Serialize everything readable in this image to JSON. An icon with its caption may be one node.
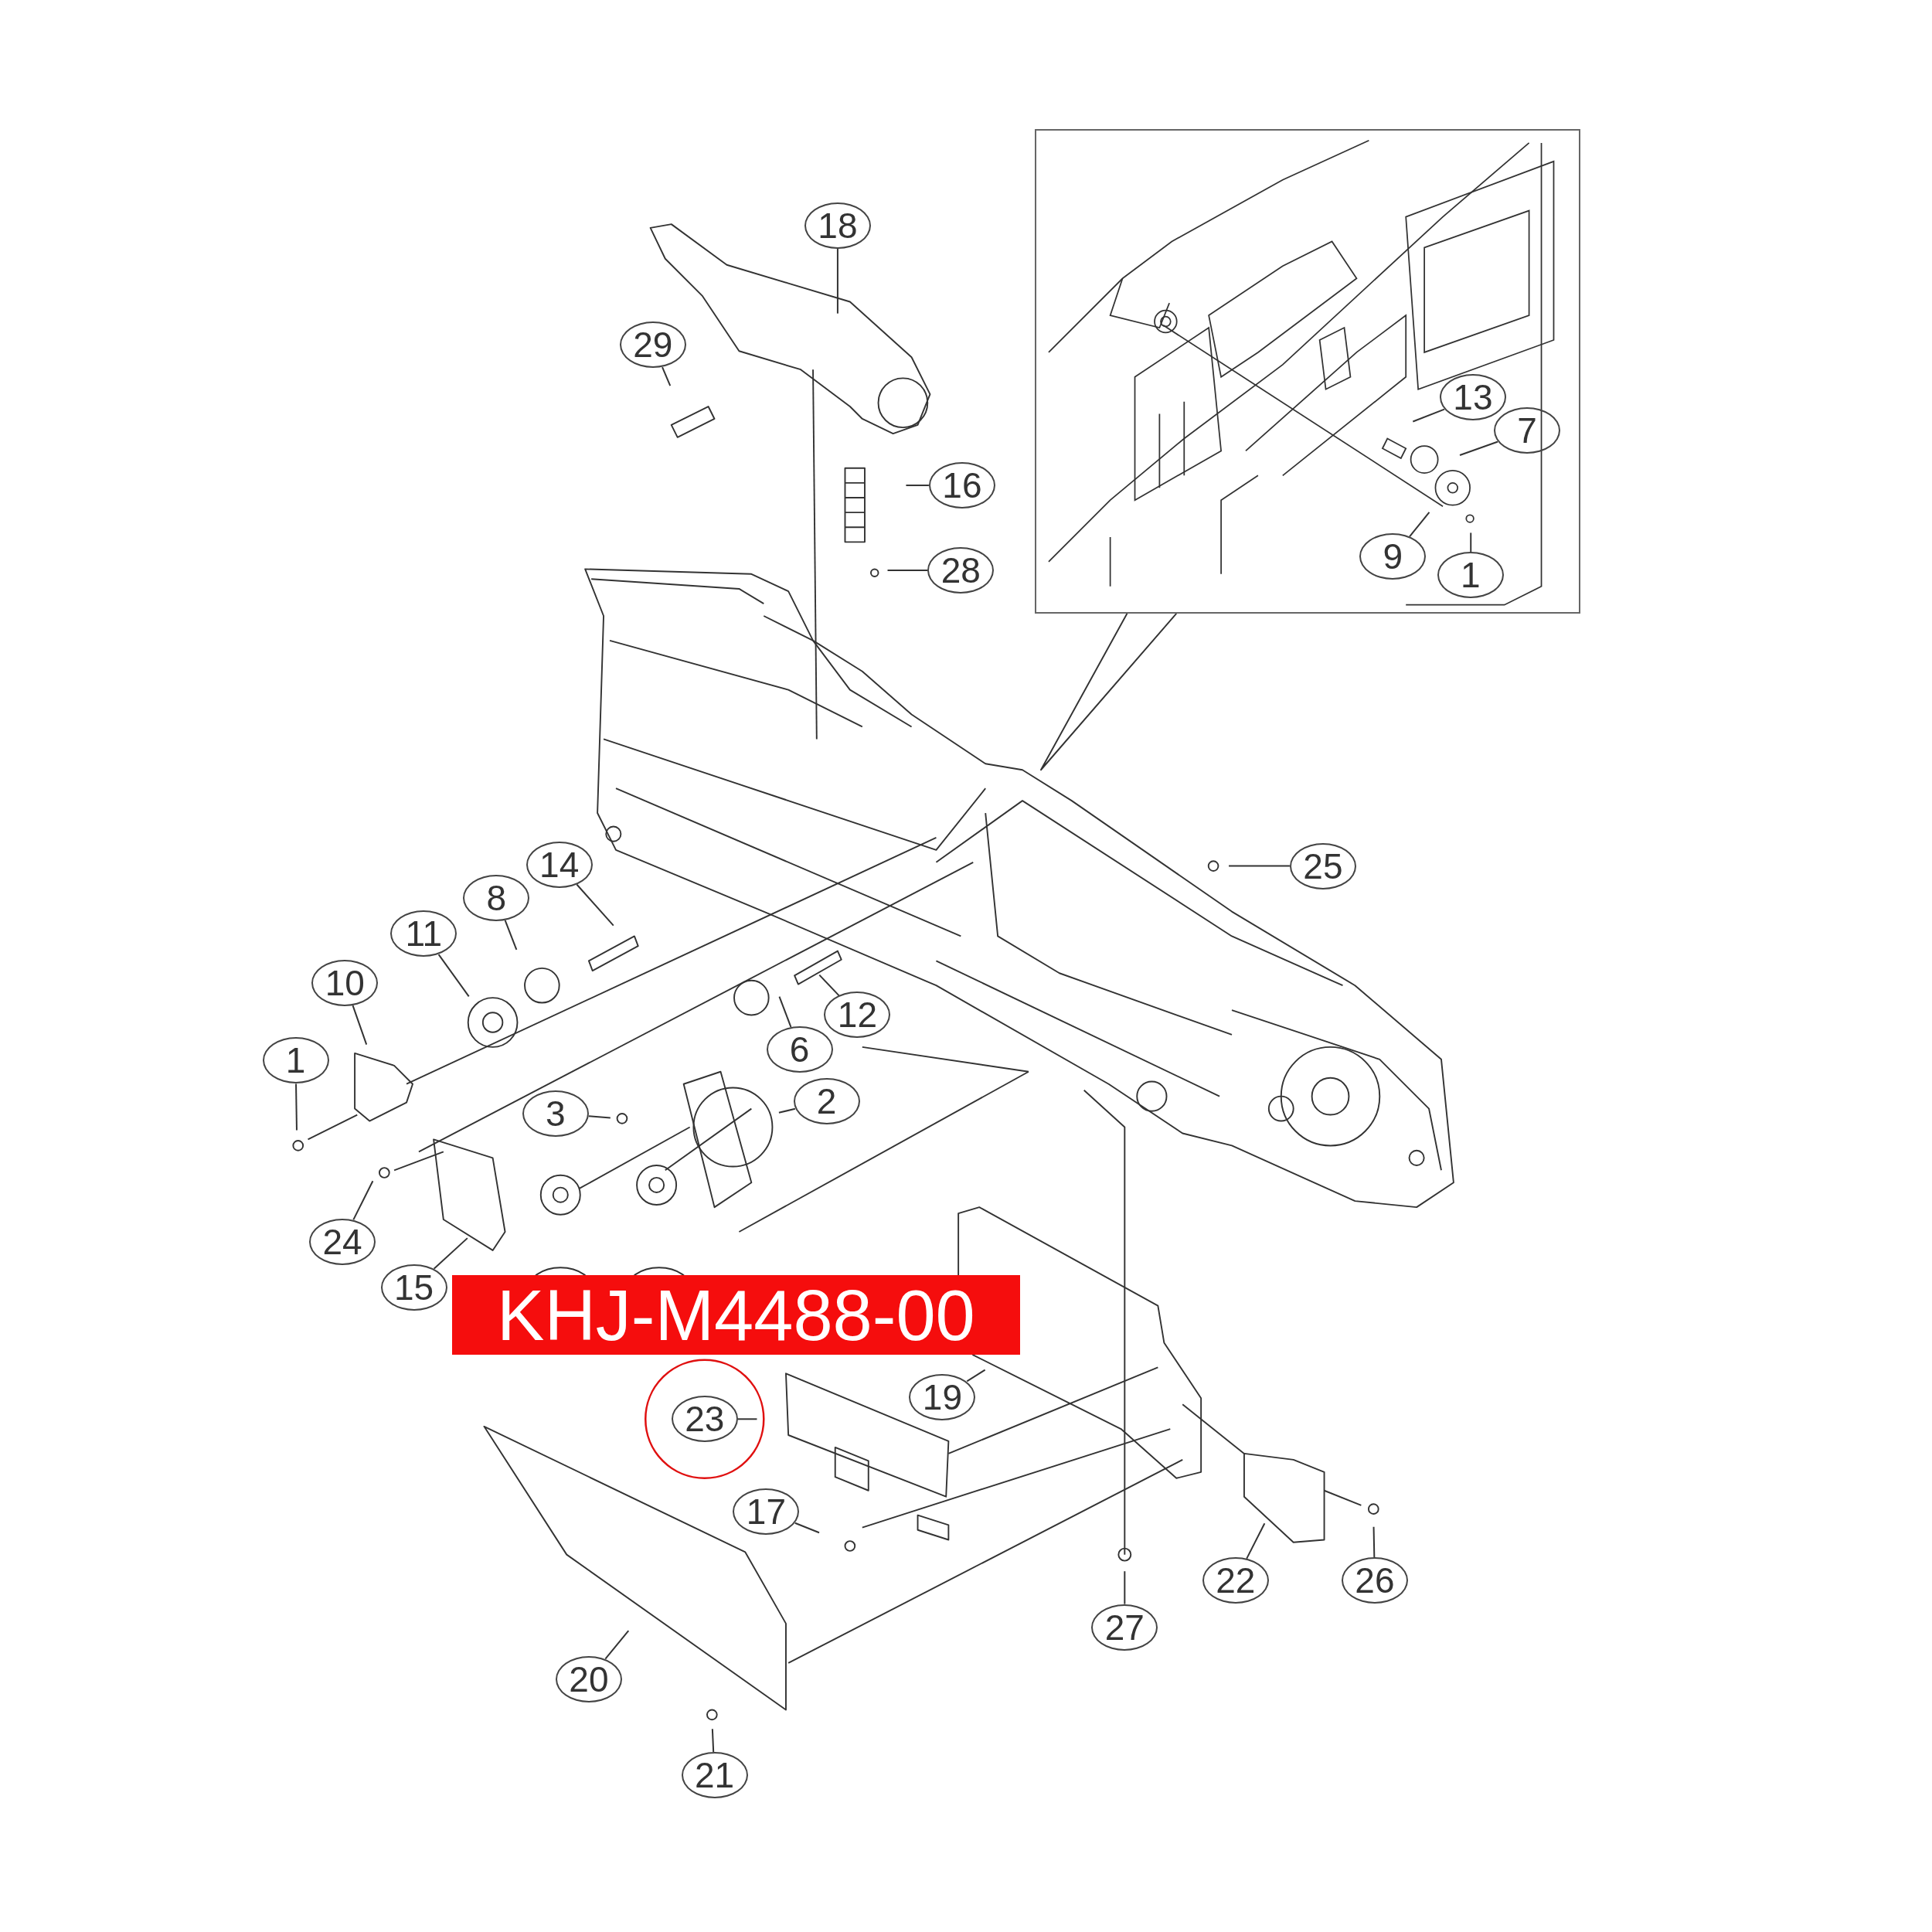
{
  "diagram": {
    "nodes": [
      {
        "text": [],
        "shape": "picture"
      },
      {
        "text": [
          "18"
        ]
      },
      {
        "text": [
          "29"
        ]
      },
      {
        "text": [
          "16"
        ]
      },
      {
        "text": [
          "28"
        ]
      },
      {
        "text": [
          "13"
        ],
        "in": 0
      },
      {
        "text": [
          "7"
        ],
        "in": 0
      },
      {
        "text": [
          "9"
        ],
        "in": 0
      },
      {
        "text": [
          "1"
        ],
        "in": 0
      },
      {
        "text": [
          "25"
        ]
      },
      {
        "text": [
          "14"
        ]
      },
      {
        "text": [
          "8"
        ]
      },
      {
        "text": [
          "11"
        ]
      },
      {
        "text": [
          "10"
        ]
      },
      {
        "text": [
          "1"
        ]
      },
      {
        "text": [
          "12"
        ]
      },
      {
        "text": [
          "6"
        ]
      },
      {
        "text": [
          "3"
        ]
      },
      {
        "text": [
          "2"
        ]
      },
      {
        "text": [
          "24"
        ]
      },
      {
        "text": [
          "15"
        ]
      },
      {
        "text": [
          "KHJ-M4488-00"
        ]
      },
      {
        "text": [
          "19"
        ]
      },
      {
        "text": [
          "23"
        ]
      },
      {
        "text": [
          "17"
        ]
      },
      {
        "text": [
          "22"
        ]
      },
      {
        "text": [
          "26"
        ]
      },
      {
        "text": [
          "27"
        ]
      },
      {
        "text": [
          "20"
        ]
      },
      {
        "text": [
          "21"
        ]
      }
    ],
    "edges": [
      {
        "from": 1,
        "to": null,
        "arrow": "none"
      },
      {
        "from": 2,
        "to": null,
        "arrow": "none"
      },
      {
        "from": 3,
        "to": null,
        "arrow": "none"
      },
      {
        "from": 4,
        "to": null,
        "arrow": "none"
      },
      {
        "from": 5,
        "to": null,
        "arrow": "none"
      },
      {
        "from": 6,
        "to": null,
        "arrow": "none"
      },
      {
        "from": 7,
        "to": null,
        "arrow": "none"
      },
      {
        "from": 8,
        "to": null,
        "arrow": "none"
      },
      {
        "from": 9,
        "to": null,
        "arrow": "none"
      },
      {
        "from": 10,
        "to": null,
        "arrow": "none"
      },
      {
        "from": 11,
        "to": null,
        "arrow": "none"
      },
      {
        "from": 12,
        "to": null,
        "arrow": "none"
      },
      {
        "from": 13,
        "to": null,
        "arrow": "none"
      },
      {
        "from": 14,
        "to": null,
        "arrow": "none"
      },
      {
        "from": 15,
        "to": null,
        "arrow": "none"
      },
      {
        "from": 16,
        "to": null,
        "arrow": "none"
      },
      {
        "from": 17,
        "to": null,
        "arrow": "none"
      },
      {
        "from": 18,
        "to": null,
        "arrow": "none"
      },
      {
        "from": 19,
        "to": null,
        "arrow": "none"
      },
      {
        "from": 20,
        "to": null,
        "arrow": "none"
      },
      {
        "from": 22,
        "to": null,
        "arrow": "none"
      },
      {
        "from": 23,
        "to": null,
        "arrow": "none"
      },
      {
        "from": 24,
        "to": null,
        "arrow": "none"
      },
      {
        "from": 25,
        "to": null,
        "arrow": "none"
      },
      {
        "from": 26,
        "to": null,
        "arrow": "none"
      },
      {
        "from": 27,
        "to": null,
        "arrow": "none"
      },
      {
        "from": 28,
        "to": null,
        "arrow": "none"
      },
      {
        "from": 29,
        "to": null,
        "arrow": "none"
      }
    ]
  }
}
